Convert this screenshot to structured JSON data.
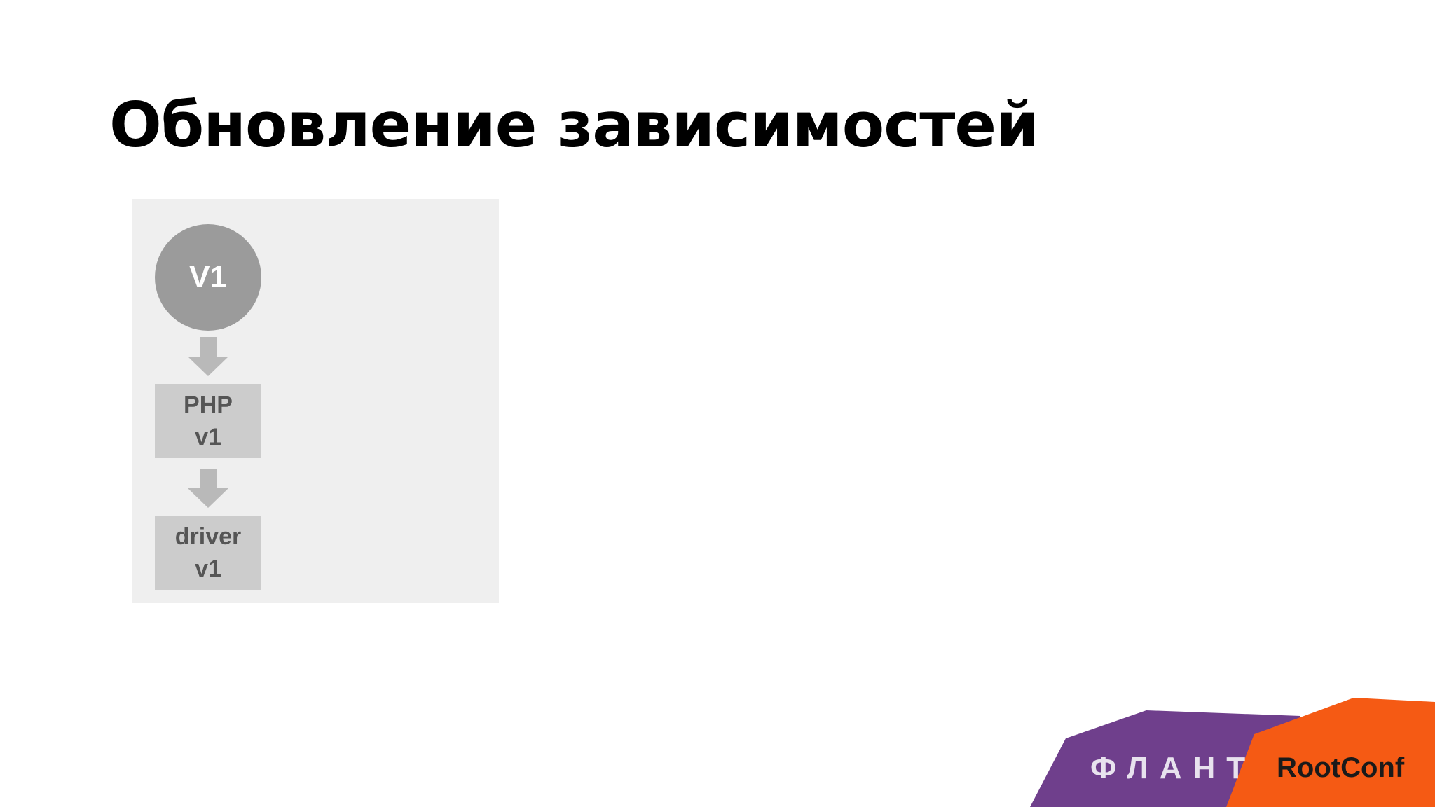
{
  "slide": {
    "title": "Обновление зависимостей"
  },
  "diagram": {
    "version_node": "V1",
    "dependencies": [
      {
        "name": "PHP",
        "version": "v1"
      },
      {
        "name": "driver",
        "version": "v1"
      }
    ]
  },
  "branding": {
    "flant": "ФЛАНТ",
    "rootconf": "RootConf"
  },
  "colors": {
    "panel_background": "#efefef",
    "version_node": "#9b9b9b",
    "dependency_box": "#cccccc",
    "arrow": "#b9b9b9",
    "flant_purple": "#6f3f8c",
    "rootconf_orange": "#f55a14"
  },
  "icons": {
    "arrow": "arrow-down-icon"
  }
}
